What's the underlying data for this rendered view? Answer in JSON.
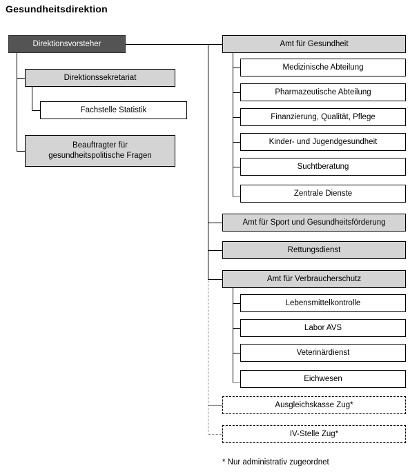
{
  "title": "Gesundheitsdirektion",
  "footnote": "* Nur administrativ zugeordnet",
  "colors": {
    "root_fill": "#545454",
    "root_text": "#ffffff",
    "department_fill": "#d4d4d4",
    "unit_fill": "#ffffff",
    "line": "#000000",
    "dotted_line": "#777777"
  },
  "root": {
    "label": "Direktionsvorsteher"
  },
  "staff": [
    {
      "label": "Direktionssekretariat",
      "style": "filled"
    },
    {
      "label": "Fachstelle Statistik",
      "style": "plain"
    },
    {
      "label": "Beauftragter für\ngesundheitspolitische Fragen",
      "style": "filled"
    }
  ],
  "departments": [
    {
      "label": "Amt für Gesundheit",
      "style": "filled",
      "units": [
        {
          "label": "Medizinische Abteilung"
        },
        {
          "label": "Pharmazeutische Abteilung"
        },
        {
          "label": "Finanzierung, Qualität, Pflege"
        },
        {
          "label": "Kinder- und Jugendgesundheit"
        },
        {
          "label": "Suchtberatung"
        },
        {
          "label": "Zentrale Dienste"
        }
      ]
    },
    {
      "label": "Amt für Sport und Gesundheitsförderung",
      "style": "filled",
      "units": []
    },
    {
      "label": "Rettungsdienst",
      "style": "filled",
      "units": []
    },
    {
      "label": "Amt für Verbraucherschutz",
      "style": "filled",
      "units": [
        {
          "label": "Lebensmittelkontrolle"
        },
        {
          "label": "Labor AVS"
        },
        {
          "label": "Veterinärdienst"
        },
        {
          "label": "Eichwesen"
        }
      ]
    }
  ],
  "affiliated": [
    {
      "label": "Ausgleichskasse Zug*",
      "style": "dashed"
    },
    {
      "label": "IV-Stelle Zug*",
      "style": "dashed"
    }
  ]
}
